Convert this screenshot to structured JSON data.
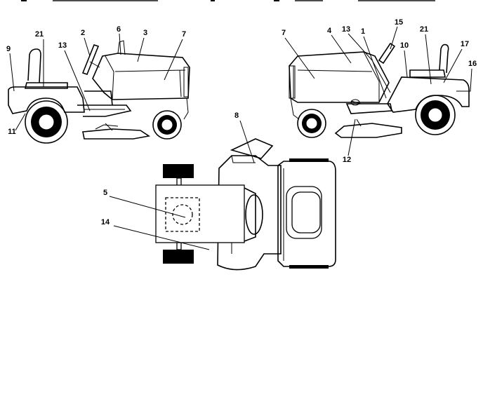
{
  "header_fragments": [
    "",
    "",
    "",
    "",
    "",
    ""
  ],
  "left_view": {
    "callouts": [
      "21",
      "2",
      "6",
      "3",
      "7",
      "9",
      "13",
      "11"
    ]
  },
  "right_view": {
    "callouts": [
      "7",
      "4",
      "13",
      "1",
      "15",
      "21",
      "10",
      "17",
      "16",
      "12"
    ]
  },
  "top_view": {
    "callouts": [
      "8",
      "5",
      "14"
    ]
  },
  "colors": {
    "line": "#000000",
    "background": "#ffffff"
  }
}
